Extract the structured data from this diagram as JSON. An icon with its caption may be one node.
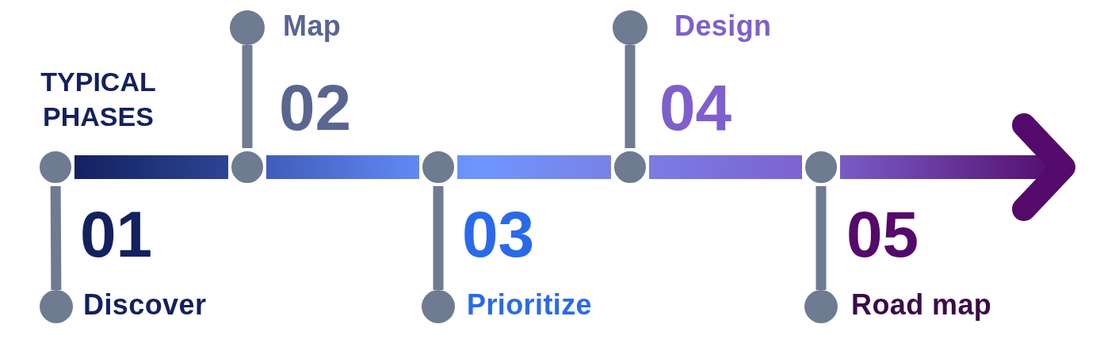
{
  "diagram": {
    "title": "TYPICAL PHASES",
    "nodes": [
      {
        "text": [],
        "shape": "circle"
      },
      {
        "text": [],
        "shape": "circle"
      },
      {
        "text": [],
        "shape": "circle"
      },
      {
        "text": [],
        "shape": "circle"
      },
      {
        "text": [],
        "shape": "circle"
      },
      {
        "text": [],
        "shape": "circle",
        "beside": [
          "Discover"
        ]
      },
      {
        "text": [],
        "shape": "circle",
        "beside": [
          "Map"
        ]
      },
      {
        "text": [],
        "shape": "circle",
        "beside": [
          "Prioritize"
        ]
      },
      {
        "text": [],
        "shape": "circle",
        "beside": [
          "Design"
        ]
      },
      {
        "text": [],
        "shape": "circle",
        "beside": [
          "Road map"
        ]
      }
    ],
    "edges": [
      {
        "from": 0,
        "to": 1,
        "arrow": "none",
        "style": "thick"
      },
      {
        "from": 1,
        "to": 2,
        "arrow": "none",
        "style": "thick"
      },
      {
        "from": 2,
        "to": 3,
        "arrow": "none",
        "style": "thick"
      },
      {
        "from": 3,
        "to": 4,
        "arrow": "none",
        "style": "thick"
      },
      {
        "from": 4,
        "to": null,
        "arrow": "to",
        "style": "thick"
      },
      {
        "from": 0,
        "to": 5,
        "arrow": "none"
      },
      {
        "from": 1,
        "to": 6,
        "arrow": "none"
      },
      {
        "from": 2,
        "to": 7,
        "arrow": "none"
      },
      {
        "from": 3,
        "to": 8,
        "arrow": "none"
      },
      {
        "from": 4,
        "to": 9,
        "arrow": "none"
      }
    ],
    "labels": [
      "01",
      "02",
      "03",
      "04",
      "05"
    ]
  }
}
